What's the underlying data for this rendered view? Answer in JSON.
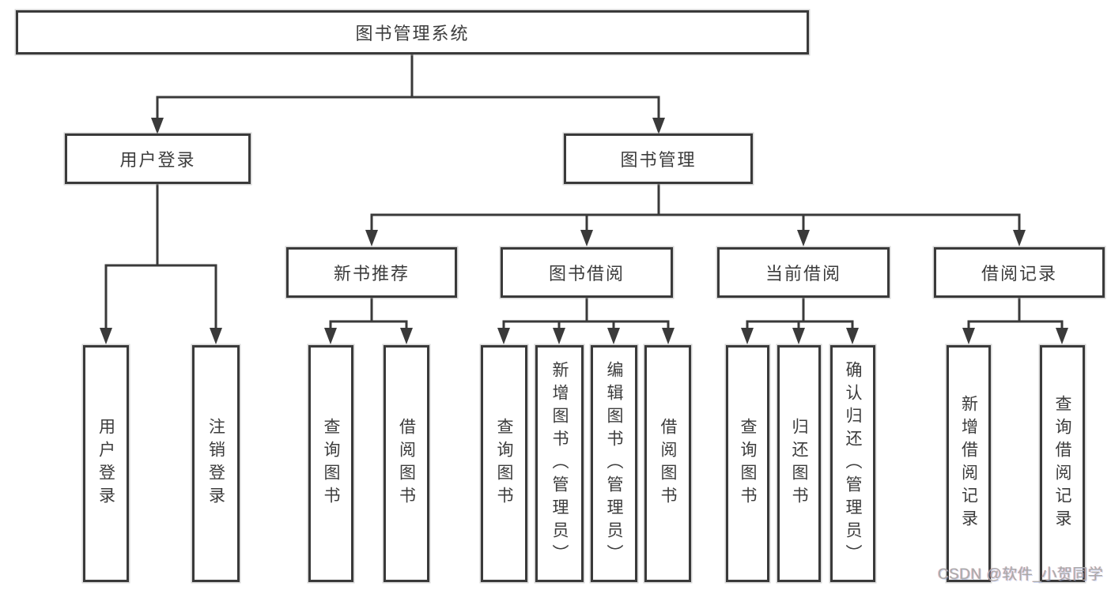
{
  "tree": {
    "root": {
      "label": "图书管理系统",
      "children": [
        {
          "label": "用户登录",
          "children": [
            {
              "label": "用户登录"
            },
            {
              "label": "注销登录"
            }
          ]
        },
        {
          "label": "图书管理",
          "children": [
            {
              "label": "新书推荐",
              "children": [
                {
                  "label": "查询图书"
                },
                {
                  "label": "借阅图书"
                }
              ]
            },
            {
              "label": "图书借阅",
              "children": [
                {
                  "label": "查询图书"
                },
                {
                  "label": "新增图书（管理员）"
                },
                {
                  "label": "编辑图书（管理员）"
                },
                {
                  "label": "借阅图书"
                }
              ]
            },
            {
              "label": "当前借阅",
              "children": [
                {
                  "label": "查询图书"
                },
                {
                  "label": "归还图书"
                },
                {
                  "label": "确认归还（管理员）"
                }
              ]
            },
            {
              "label": "借阅记录",
              "children": [
                {
                  "label": "新增借阅记录"
                },
                {
                  "label": "查询借阅记录"
                }
              ]
            }
          ]
        }
      ]
    }
  },
  "watermark": {
    "text": "CSDN @软件_小贺同学"
  },
  "colors": {
    "line": "#3a3a3a",
    "border": "#3a3a3a",
    "text": "#3c3c3c",
    "watermark": "#a9a9a9",
    "background": "#ffffff"
  }
}
